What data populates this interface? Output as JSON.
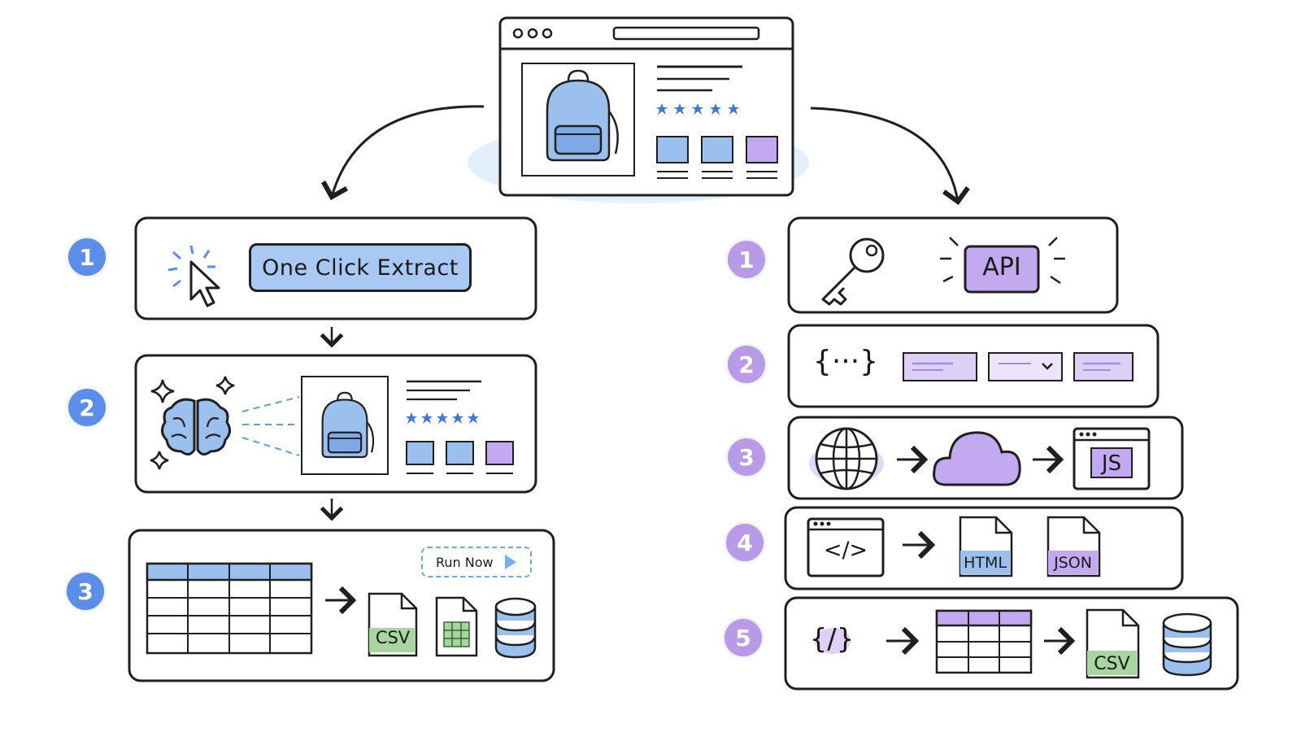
{
  "product_page": {
    "rating_stars": 5
  },
  "left_flow": {
    "steps": [
      {
        "number": "1",
        "button_label": "One Click Extract"
      },
      {
        "number": "2",
        "rating_stars": 5
      },
      {
        "number": "3",
        "run_now_label": "Run Now",
        "file_label": "CSV"
      }
    ]
  },
  "right_flow": {
    "steps": [
      {
        "number": "1",
        "api_label": "API"
      },
      {
        "number": "2",
        "braces_label": "{···}"
      },
      {
        "number": "3",
        "js_label": "JS"
      },
      {
        "number": "4",
        "code_label": "</>",
        "html_label": "HTML",
        "json_label": "JSON"
      },
      {
        "number": "5",
        "code_label": "{/}",
        "file_label": "CSV"
      }
    ]
  },
  "colors": {
    "accent_blue": "#5a8ee8",
    "accent_purple": "#b89ae6",
    "swatch_blue": "#a9c8f4",
    "swatch_purple": "#c9b3f0",
    "file_green": "#a9d6a0",
    "outline": "#1f1f1f"
  },
  "icons": [
    "browser-window-icon",
    "backpack-icon",
    "star-icon",
    "cursor-click-icon",
    "brain-icon",
    "sparkle-icon",
    "table-icon",
    "csv-file-icon",
    "spreadsheet-icon",
    "database-icon",
    "key-icon",
    "globe-icon",
    "cloud-icon",
    "code-window-icon",
    "html-file-icon",
    "json-file-icon"
  ]
}
